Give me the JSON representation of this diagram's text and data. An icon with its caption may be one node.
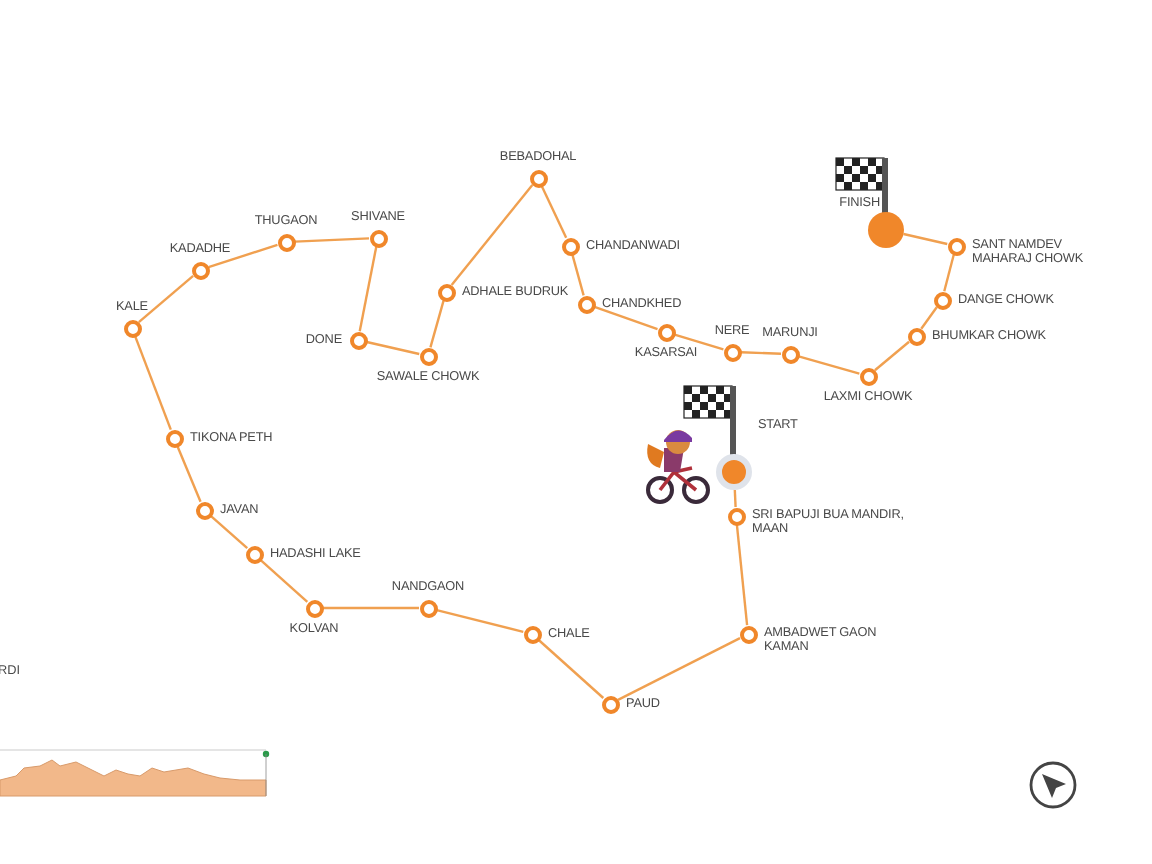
{
  "diagram": {
    "nodes": [
      {
        "text": [
          "START"
        ]
      },
      {
        "text": [
          "SRI BAPUJI BUA MANDIR, MAAN"
        ]
      },
      {
        "text": [
          "AMBADWET GAON KAMAN"
        ]
      },
      {
        "text": [
          "PAUD"
        ]
      },
      {
        "text": [
          "CHALE"
        ]
      },
      {
        "text": [
          "NANDGAON"
        ]
      },
      {
        "text": [
          "KOLVAN"
        ]
      },
      {
        "text": [
          "HADASHI LAKE"
        ]
      },
      {
        "text": [
          "JAVAN"
        ]
      },
      {
        "text": [
          "TIKONA PETH"
        ]
      },
      {
        "text": [
          "KALE"
        ]
      },
      {
        "text": [
          "KADADHE"
        ]
      },
      {
        "text": [
          "THUGAON"
        ]
      },
      {
        "text": [
          "SHIVANE"
        ]
      },
      {
        "text": [
          "DONE"
        ]
      },
      {
        "text": [
          "SAWALE CHOWK"
        ]
      },
      {
        "text": [
          "ADHALE BUDRUK"
        ]
      },
      {
        "text": [
          "BEBADOHAL"
        ]
      },
      {
        "text": [
          "CHANDANWADI"
        ]
      },
      {
        "text": [
          "CHANDKHED"
        ]
      },
      {
        "text": [
          "KASARSAI"
        ]
      },
      {
        "text": [
          "NERE"
        ]
      },
      {
        "text": [
          "MARUNJI"
        ]
      },
      {
        "text": [
          "LAXMI CHOWK"
        ]
      },
      {
        "text": [
          "BHUMKAR CHOWK"
        ]
      },
      {
        "text": [
          "DANGE CHOWK"
        ]
      },
      {
        "text": [
          "SANT NAMDEV MAHARAJ CHOWK"
        ]
      },
      {
        "text": [
          "FINISH"
        ]
      }
    ],
    "edges": [
      {
        "from": 0,
        "to": 1,
        "arrow": "none"
      },
      {
        "from": 1,
        "to": 2,
        "arrow": "none"
      },
      {
        "from": 2,
        "to": 3,
        "arrow": "none"
      },
      {
        "from": 3,
        "to": 4,
        "arrow": "none"
      },
      {
        "from": 4,
        "to": 5,
        "arrow": "none"
      },
      {
        "from": 5,
        "to": 6,
        "arrow": "none"
      },
      {
        "from": 6,
        "to": 7,
        "arrow": "none"
      },
      {
        "from": 7,
        "to": 8,
        "arrow": "none"
      },
      {
        "from": 8,
        "to": 9,
        "arrow": "none"
      },
      {
        "from": 9,
        "to": 10,
        "arrow": "none"
      },
      {
        "from": 10,
        "to": 11,
        "arrow": "none"
      },
      {
        "from": 11,
        "to": 12,
        "arrow": "none"
      },
      {
        "from": 12,
        "to": 13,
        "arrow": "none"
      },
      {
        "from": 13,
        "to": 14,
        "arrow": "none"
      },
      {
        "from": 14,
        "to": 15,
        "arrow": "none"
      },
      {
        "from": 15,
        "to": 16,
        "arrow": "none"
      },
      {
        "from": 16,
        "to": 17,
        "arrow": "none"
      },
      {
        "from": 17,
        "to": 18,
        "arrow": "none"
      },
      {
        "from": 18,
        "to": 19,
        "arrow": "none"
      },
      {
        "from": 19,
        "to": 20,
        "arrow": "none"
      },
      {
        "from": 20,
        "to": 21,
        "arrow": "none"
      },
      {
        "from": 21,
        "to": 22,
        "arrow": "none"
      },
      {
        "from": 22,
        "to": 23,
        "arrow": "none"
      },
      {
        "from": 23,
        "to": 24,
        "arrow": "none"
      },
      {
        "from": 24,
        "to": 25,
        "arrow": "none"
      },
      {
        "from": 25,
        "to": 26,
        "arrow": "none"
      },
      {
        "from": 26,
        "to": 27,
        "arrow": "none"
      }
    ],
    "labels": [
      "RDI"
    ]
  }
}
